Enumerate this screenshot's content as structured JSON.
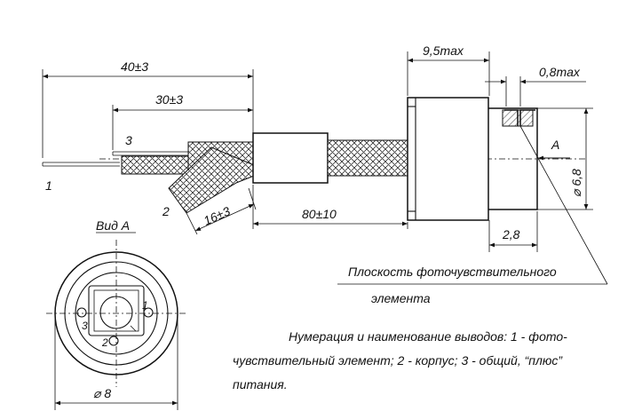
{
  "dimensions": {
    "overall_length": "40±3",
    "lead3_length": "30±3",
    "cable_length": "80±10",
    "braid_length": "16±3",
    "body_length": "9,5max",
    "window_offset": "0,8max",
    "diameter_body": "⌀ 6,8",
    "sensor_depth": "2,8",
    "diameter_flange": "⌀ 8"
  },
  "labels": {
    "lead1": "1",
    "lead2": "2",
    "lead3": "3",
    "view_arrow": "A",
    "view_title": "Вид А",
    "pin1": "1",
    "pin2": "2",
    "pin3": "3",
    "plane_line1": "Плоскость фоточувствительного",
    "plane_line2": "элемента"
  },
  "note": {
    "line1": "Нумерация и наименование выводов: 1 - фото-",
    "line2": "чувствительный элемент; 2 - корпус; 3 - общий, “плюс”",
    "line3": "питания."
  }
}
